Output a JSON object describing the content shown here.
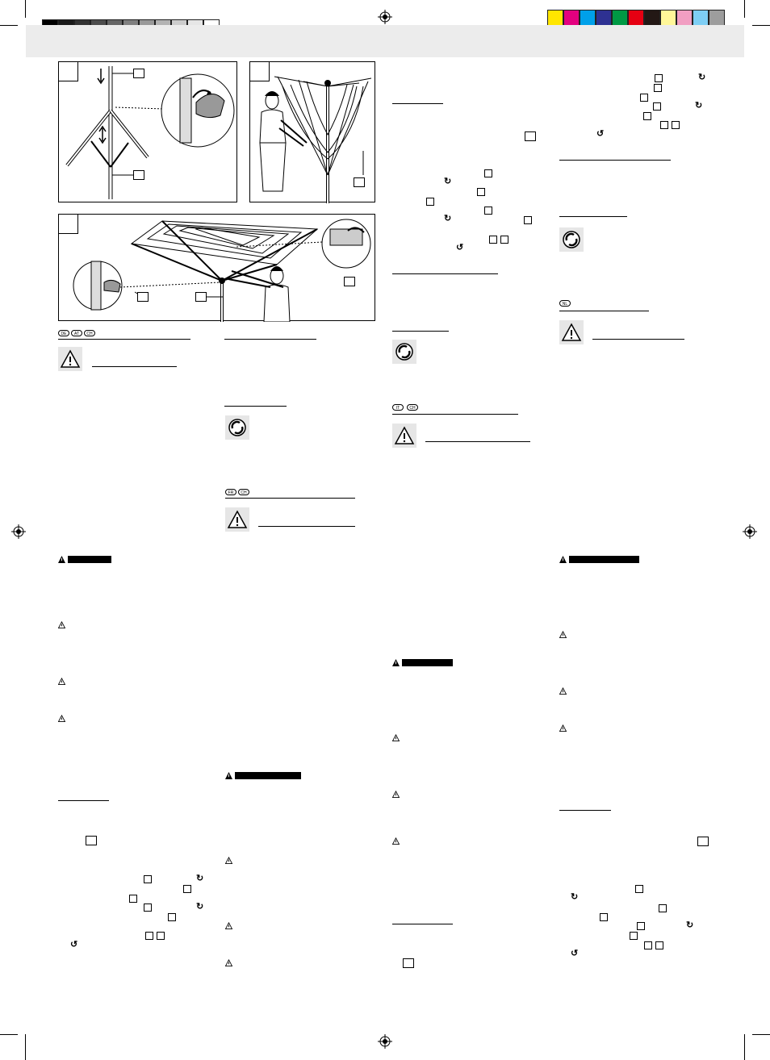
{
  "language_badges": {
    "de_group": [
      "DE",
      "AT",
      "CH"
    ],
    "fr_group": [
      "FR",
      "CH"
    ],
    "it_group": [
      "IT",
      "CH"
    ],
    "nl_group": [
      "NL"
    ]
  },
  "colors": {
    "gray_band": "#ececec",
    "grayscale_bar": [
      "#000000",
      "#1a1a1a",
      "#333333",
      "#4d4d4d",
      "#666666",
      "#808080",
      "#999999",
      "#b3b3b3",
      "#cccccc",
      "#e6e6e6",
      "#ffffff"
    ],
    "color_bar": [
      "#ffe600",
      "#e4007f",
      "#00a0e9",
      "#2e3192",
      "#009944",
      "#e60012",
      "#231815",
      "#fff799",
      "#f19ec2",
      "#7ecef4",
      "#9d9d9d"
    ]
  },
  "icons": [
    "registration-mark",
    "warning-triangle",
    "recycle-symbol",
    "rotate-clockwise-icon",
    "rotate-counterclockwise-icon"
  ]
}
